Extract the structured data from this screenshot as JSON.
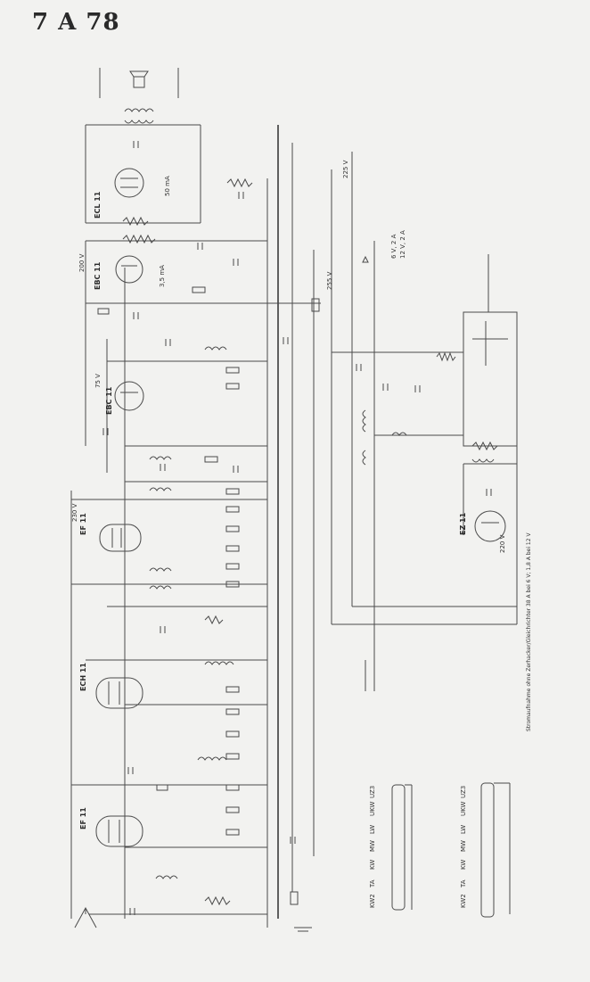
{
  "title": "7 A 78",
  "tubes": [
    {
      "id": "ECL11",
      "label": "ECL 11"
    },
    {
      "id": "EBC11a",
      "label": "EBC 11"
    },
    {
      "id": "EBC11b",
      "label": "EBC 11"
    },
    {
      "id": "EF11a",
      "label": "EF 11"
    },
    {
      "id": "ECH11",
      "label": "ECH 11"
    },
    {
      "id": "EF11b",
      "label": "EF 11"
    },
    {
      "id": "EZ11",
      "label": "EZ 11"
    }
  ],
  "voltages": {
    "v225": "225 V",
    "v255": "255 V",
    "v200": "200 V",
    "v75": "75 V",
    "ma50": "50 mA",
    "ma35": "3,5 mA",
    "v230": "230 V",
    "v220": "220 V"
  },
  "battery": {
    "v6": "6 V, 2 A",
    "v12": "12 V, 2 A"
  },
  "switch_positions_a": [
    "UZ3",
    "UKW",
    "LW",
    "MW",
    "KW",
    "TA",
    "KW2"
  ],
  "switch_positions_b": [
    "UZ3",
    "UKW",
    "LW",
    "MW",
    "KW",
    "TA",
    "KW2"
  ],
  "bottom_note": "Stromaufnahme ohne Zerhacker/Gleichrichter 38 A bei 6 V; 1,8 A bei 12 V"
}
